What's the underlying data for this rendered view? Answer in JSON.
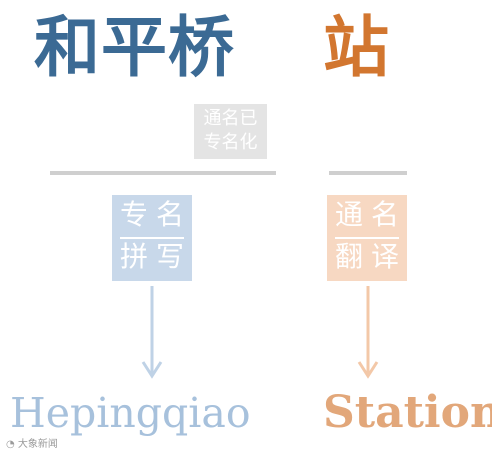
{
  "title": {
    "proper_name": "和平桥",
    "generic_name": "站"
  },
  "note": {
    "line1": "通名已",
    "line2": "专名化"
  },
  "left_method": {
    "line1": "专名",
    "line2": "拼写"
  },
  "right_method": {
    "line1": "通名",
    "line2": "翻译"
  },
  "result": {
    "proper_latin": "Hepingqiao",
    "generic_latin": "Station"
  },
  "watermark": {
    "text": "大象新闻"
  },
  "colors": {
    "blue_title": "#3b6a94",
    "orange_title": "#d2762f",
    "blue_light": "#a7c1dc",
    "orange_light": "#e2a77a",
    "blue_box": "#c8d8ea",
    "orange_box": "#f7d8c2",
    "grey_box": "#e4e4e4",
    "rule": "#cfcfcf"
  },
  "icons": {
    "left_arrow": "arrow-down-icon",
    "right_arrow": "arrow-down-icon",
    "watermark_logo": "watermark-logo-icon"
  }
}
